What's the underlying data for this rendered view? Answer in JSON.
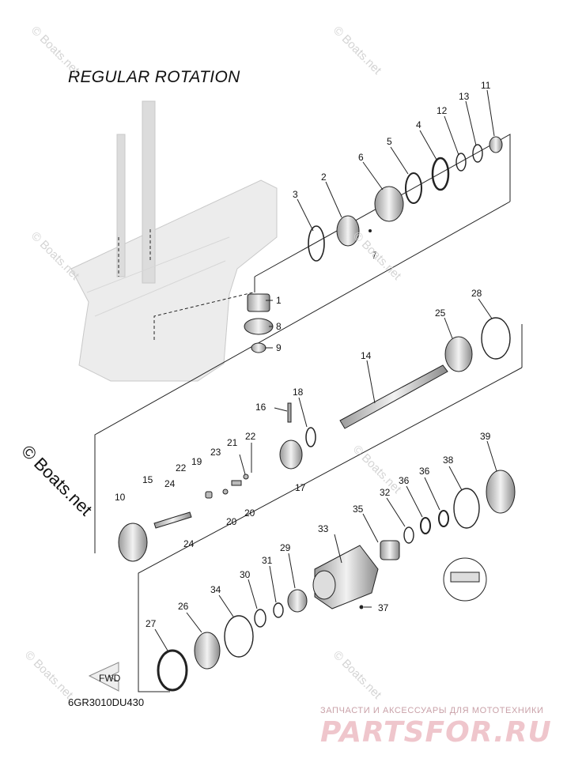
{
  "title": "REGULAR ROTATION",
  "diagram_code": "6GR3010DU430",
  "fwd_label": "FWD",
  "watermark_text": "© Boats.net",
  "brand": {
    "tagline": "ЗАПЧАСТИ И АКСЕССУАРЫ ДЛЯ МОТОТЕХНИКИ",
    "logo": "PARTSFOR.RU"
  },
  "callouts": {
    "c1": "1",
    "c2": "2",
    "c3": "3",
    "c4": "4",
    "c5": "5",
    "c6": "6",
    "c7": "7",
    "c8": "8",
    "c9": "9",
    "c10": "10",
    "c11": "11",
    "c12": "12",
    "c13": "13",
    "c14": "14",
    "c15": "15",
    "c16": "16",
    "c17": "17",
    "c18": "18",
    "c19": "19",
    "c20a": "20",
    "c20b": "20",
    "c21": "21",
    "c22a": "22",
    "c22b": "22",
    "c23": "23",
    "c24a": "24",
    "c24b": "24",
    "c25": "25",
    "c26": "26",
    "c27": "27",
    "c28": "28",
    "c29": "29",
    "c30": "30",
    "c31": "31",
    "c32": "32",
    "c33": "33",
    "c34": "34",
    "c35": "35",
    "c36a": "36",
    "c36b": "36",
    "c37": "37",
    "c38": "38",
    "c39": "39"
  },
  "colors": {
    "line": "#222222",
    "housing": "#e9e9e9",
    "part_fill": "#cfcfcf",
    "watermark": "#d4d4d4",
    "brand": "#efc6cc"
  }
}
